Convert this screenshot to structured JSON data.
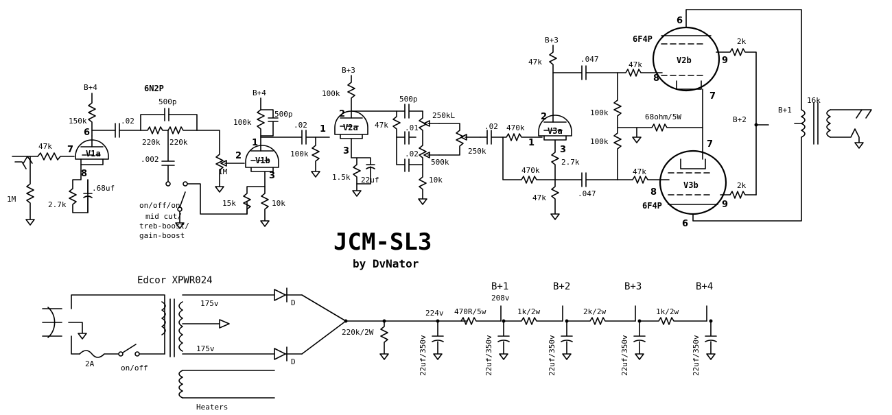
{
  "title": "JCM-SL3",
  "byline": "by DvNator",
  "transformer": "Edcor XPWR024",
  "preamp_tube": "6N2P",
  "power_tube_top": "6F4P",
  "power_tube_bottom": "6F4P",
  "tubes": {
    "v1a": "V1a",
    "v1b": "V1b",
    "v2a": "V2a",
    "v2b": "V2b",
    "v3a": "V3a",
    "v3b": "V3b"
  },
  "switch_label": [
    "on/off/on",
    "mid cut/",
    "treb-boost/",
    "gain-boost"
  ],
  "power_switch": "on/off",
  "fuse": "2A",
  "heaters": "Heaters",
  "rails": {
    "b1": "B+1",
    "b2": "B+2",
    "b3": "B+3",
    "b4": "B+4"
  },
  "voltages": {
    "sec_top": "175v",
    "sec_bot": "175v",
    "v224": "224v",
    "v208": "208v"
  },
  "diode": "D",
  "parts": {
    "r47k_in": "47k",
    "r1m_in": "1M",
    "r150k": "150k",
    "c02a": ".02",
    "r2k7a": "2.7k",
    "c68uf": ".68uf",
    "c500p_a": "500p",
    "r220k_a": "220k",
    "r220k_b": "220k",
    "c002": ".002",
    "pot1m": "1M",
    "r100k_v1b": "100k",
    "c500p_b": "500p",
    "c02b": ".02",
    "r100k_gl": "100k",
    "r15k": "15k",
    "r10k_a": "10k",
    "r100k_v2a": "100k",
    "r1k5": "1.5k",
    "c22uf": "22uf",
    "c500p_c": "500p",
    "r47k_ts": "47k",
    "c01": ".01",
    "c02c": ".02",
    "pot250kL": "250kL",
    "pot500k": "500k",
    "r10k_b": "10k",
    "pot250k": "250k",
    "c02d": ".02",
    "r470k_a": "470k",
    "r470k_b": "470k",
    "r2k7b": "2.7k",
    "r47k_pi": "47k",
    "r47k_b3": "47k",
    "c047a": ".047",
    "c047b": ".047",
    "r47k_g1": "47k",
    "r47k_g2": "47k",
    "r100k_bias_a": "100k",
    "r100k_bias_b": "100k",
    "r68": "68ohm/5W",
    "r2k_a": "2k",
    "r2k_b": "2k",
    "ot": "16k",
    "r220k2w": "220k/2W",
    "r470r": "470R/5w",
    "r1k2w_a": "1k/2w",
    "r2k2w": "2k/2w",
    "r1k2w_b": "1k/2w",
    "cap_ps": "22uf/350v"
  },
  "pins": {
    "p7a": "7",
    "p8a": "8",
    "p6a": "6",
    "p2b": "2",
    "p1b": "1",
    "p3b": "3",
    "p1c": "1",
    "p2c": "2",
    "p3c": "3",
    "p2d": "2",
    "p1d": "1",
    "p3d": "3",
    "p6t": "6",
    "p9t": "9",
    "p8t": "8",
    "p7t": "7",
    "p7b": "7",
    "p8b": "8",
    "p9b": "9",
    "p6b": "6"
  }
}
